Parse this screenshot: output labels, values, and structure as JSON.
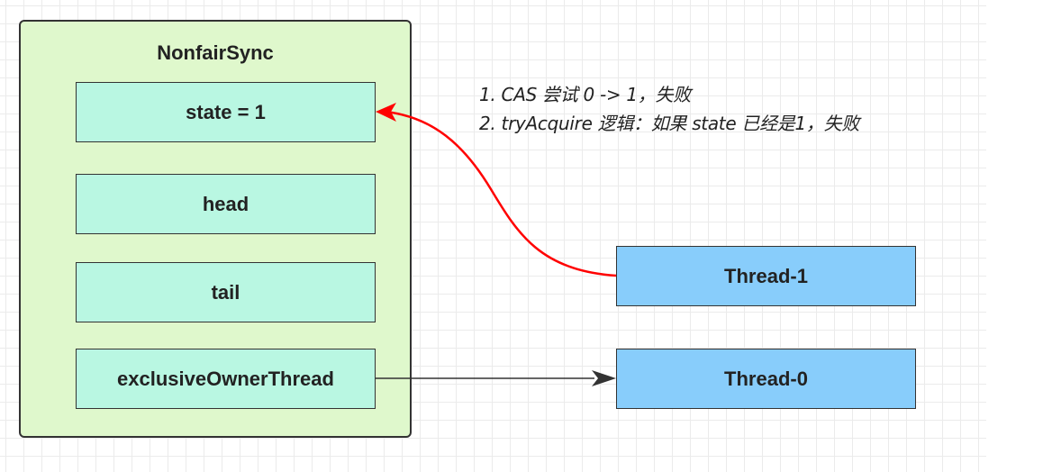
{
  "diagram": {
    "container": {
      "title": "NonfairSync"
    },
    "fields": [
      {
        "label": "state = 1"
      },
      {
        "label": "head"
      },
      {
        "label": "tail"
      },
      {
        "label": "exclusiveOwnerThread"
      }
    ],
    "threads": [
      {
        "label": "Thread-1"
      },
      {
        "label": "Thread-0"
      }
    ],
    "annotation": {
      "line1": "1. CAS 尝试 0 -> 1，失败",
      "line2": "2. tryAcquire 逻辑：如果 state 已经是1，失败"
    },
    "connectors": [
      {
        "from": "Thread-1",
        "to": "state = 1",
        "color": "#ff0000"
      },
      {
        "from": "exclusiveOwnerThread",
        "to": "Thread-0",
        "color": "#333333"
      }
    ],
    "colors": {
      "container_fill": "#dff8cc",
      "field_fill": "#b9f7e2",
      "thread_fill": "#88cdfb",
      "cas_arrow": "#ff0000",
      "owner_arrow": "#333333"
    }
  }
}
